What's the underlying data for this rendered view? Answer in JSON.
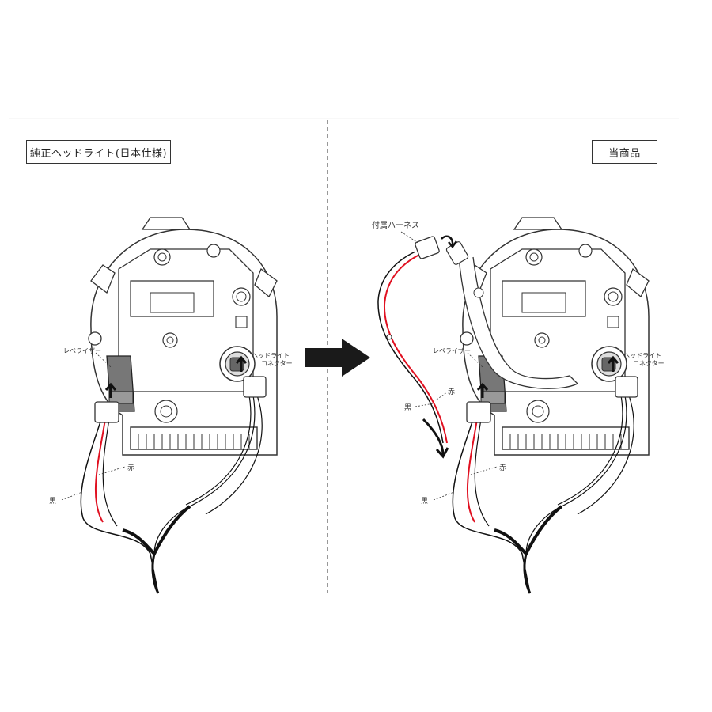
{
  "labels": {
    "left_title": "純正ヘッドライト(日本仕様)",
    "right_title": "当商品"
  },
  "callouts": {
    "leveler": "レベライザー",
    "headlight_connector_line1": "ヘッドライト",
    "headlight_connector_line2": "コネクター",
    "red_wire": "赤",
    "black_wire": "黒",
    "included_harness": "付属ハーネス"
  },
  "colors": {
    "wire_red": "#e01020",
    "wire_black": "#111111",
    "line": "#333333",
    "arrow": "#1a1a1a"
  }
}
